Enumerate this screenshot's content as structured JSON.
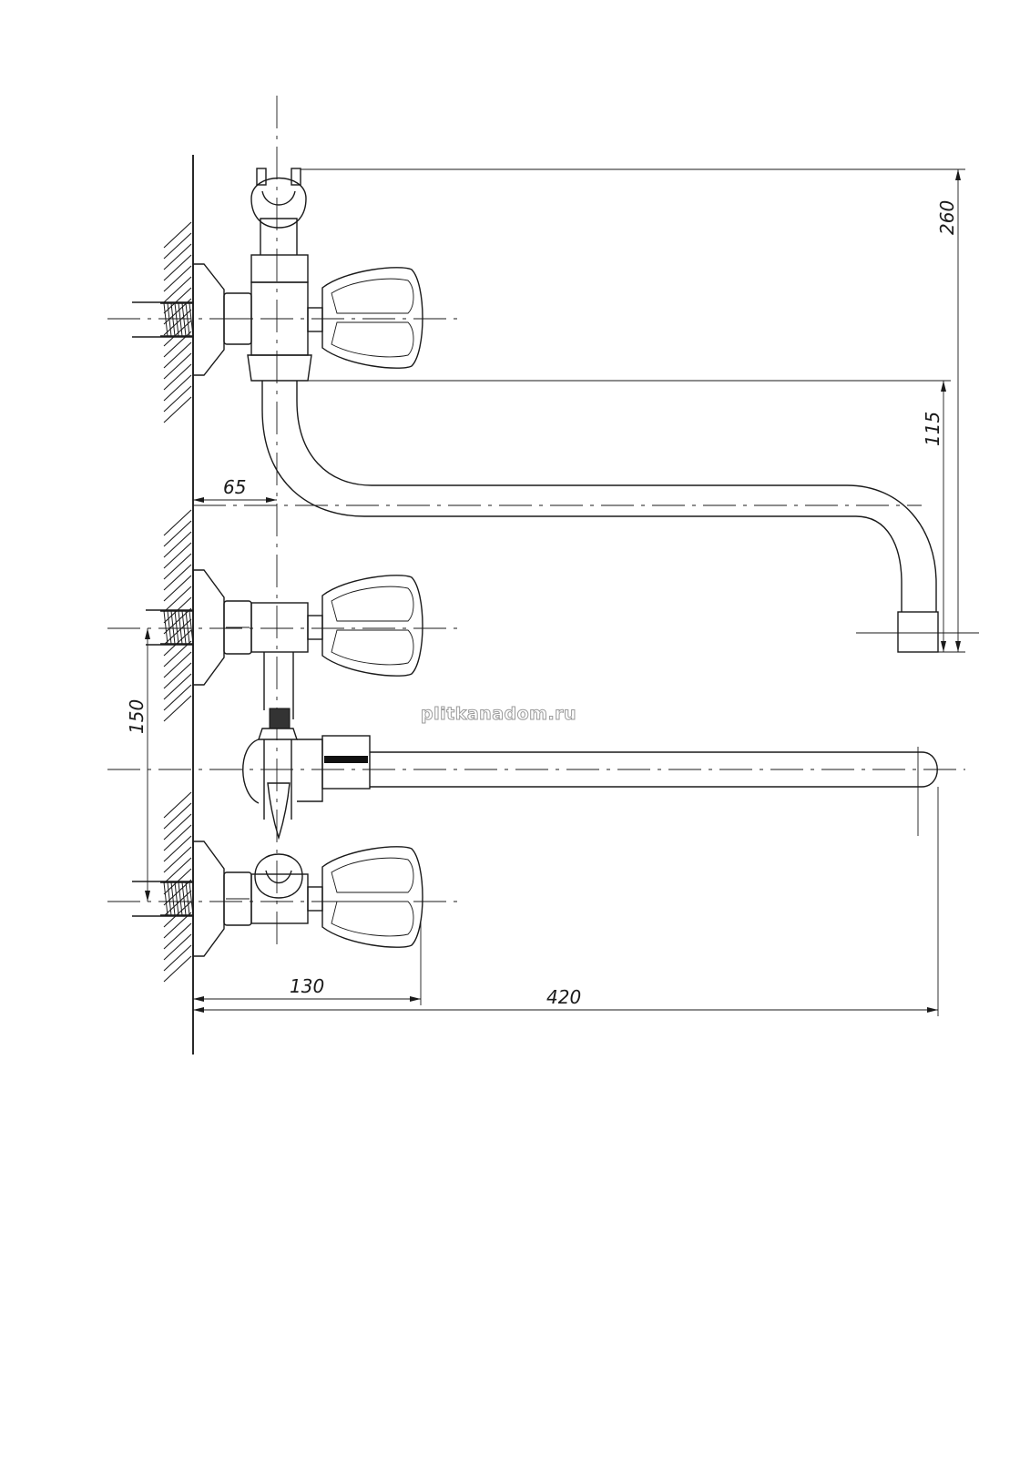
{
  "dimensions": {
    "shower_outlet_height": "260",
    "spout_outlet_height": "115",
    "wall_to_axis": "65",
    "inlet_spacing": "150",
    "wall_to_handle": "130",
    "total_length": "420"
  },
  "watermark": "plitkanadom.ru",
  "colors": {
    "line": "#1a1a1a",
    "background": "#ffffff"
  }
}
